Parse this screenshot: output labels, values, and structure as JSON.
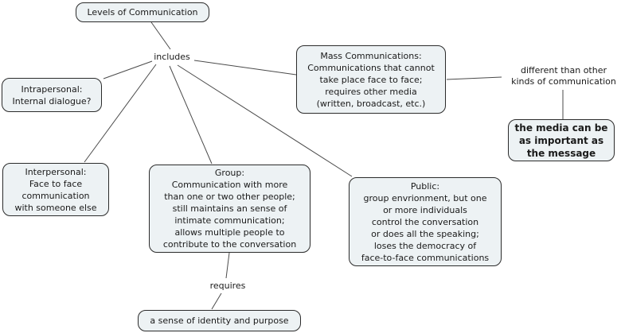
{
  "diagram": {
    "type": "concept-map",
    "colors": {
      "background": "#ffffff",
      "node_fill": "#edf2f4",
      "node_border": "#2b2b2b",
      "line": "#4a4a4a",
      "text": "#1a1a1a"
    },
    "nodes": {
      "levels": {
        "text": "Levels of Communication"
      },
      "intrapersonal": {
        "text": "Intrapersonal:\nInternal dialogue?"
      },
      "mass": {
        "text": "Mass Communications:\nCommunications that cannot\ntake place face to face;\nrequires other media\n(written, broadcast, etc.)"
      },
      "media": {
        "text": "the media can be\nas important as\nthe message"
      },
      "interpersonal": {
        "text": "Interpersonal:\nFace to face\ncommunication\nwith someone else"
      },
      "group": {
        "text": "Group:\nCommunication with more\nthan one or two other people;\nstill maintains an sense of\nintimate communication;\nallows multiple people to\ncontribute to the conversation"
      },
      "public": {
        "text": "Public:\ngroup envrionment, but one\nor more individuals\ncontrol the conversation\nor does all the speaking;\nloses the democracy of\nface-to-face communications"
      },
      "identity": {
        "text": "a sense of identity and purpose"
      }
    },
    "link_labels": {
      "includes": {
        "text": "includes"
      },
      "different": {
        "text": "different than other\nkinds of communication"
      },
      "requires": {
        "text": "requires"
      }
    },
    "edges": [
      {
        "from": "levels",
        "to": "includes"
      },
      {
        "from": "includes",
        "to": "intrapersonal"
      },
      {
        "from": "includes",
        "to": "interpersonal"
      },
      {
        "from": "includes",
        "to": "group"
      },
      {
        "from": "includes",
        "to": "public"
      },
      {
        "from": "includes",
        "to": "mass"
      },
      {
        "from": "mass",
        "to": "different"
      },
      {
        "from": "different",
        "to": "media"
      },
      {
        "from": "group",
        "to": "requires"
      },
      {
        "from": "requires",
        "to": "identity"
      }
    ]
  }
}
